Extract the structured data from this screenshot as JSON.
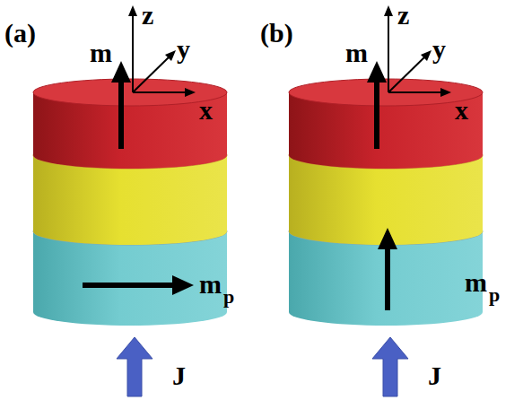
{
  "diagram": {
    "labels": [
      "(a)",
      "m",
      "z",
      "y",
      "x",
      "m",
      "p",
      "J",
      "(b)",
      "m",
      "z",
      "y",
      "x",
      "m",
      "p",
      "J"
    ]
  }
}
